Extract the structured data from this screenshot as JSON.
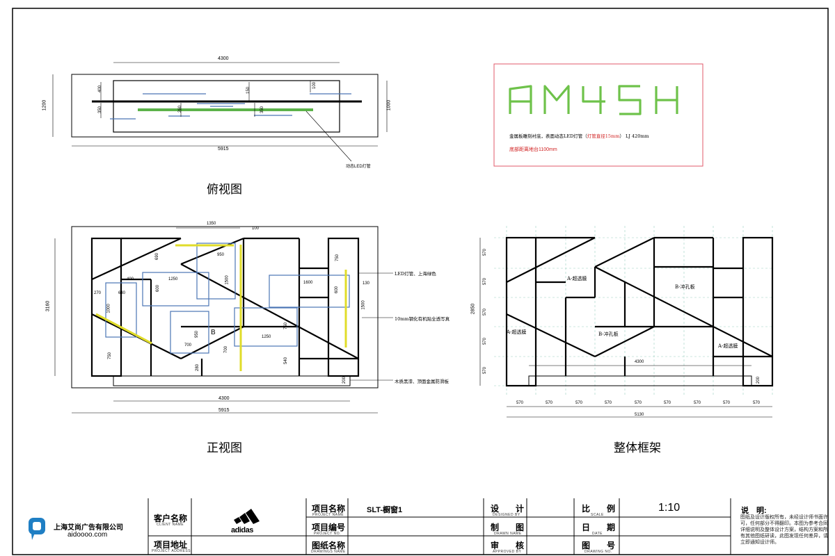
{
  "views": {
    "top_title": "俯视图",
    "front_title": "正视图",
    "frame_title": "整体框架"
  },
  "top_view": {
    "dim_overall_width": "5915",
    "dim_inner_width": "4300",
    "dim_height_left": "1200",
    "dim_height_right": "1000",
    "dim_400": "400",
    "dim_350": "350",
    "dim_260": "260",
    "dim_150": "150",
    "dim_350b": "350",
    "dim_100": "100",
    "callout": "动态LED灯管"
  },
  "logo_box": {
    "text": "AM4SH",
    "desc": "金属板雕刻衬底，表面动态LED灯管（",
    "desc_highlight": "灯管直径15mm",
    "desc_tail": "） LJ 420mm",
    "note": "底部距离地台1100mm",
    "colors": {
      "border": "#e05a6a",
      "tube": "#6ec24a",
      "note": "#d02020"
    }
  },
  "front_view": {
    "dim_height": "3160",
    "dim_bottom_inner": "4300",
    "dim_bottom_overall": "5915",
    "dims": [
      "1350",
      "100",
      "950",
      "690",
      "1500",
      "750",
      "400",
      "1250",
      "600",
      "270",
      "640",
      "1000",
      "1600",
      "130",
      "600",
      "1500",
      "950",
      "700",
      "1250",
      "750",
      "700",
      "280",
      "540",
      "200",
      "750"
    ],
    "label_b": "B",
    "callout_led": "LED灯管、上海绿色",
    "callout_glass": "10mm钢化有机贴全透写真",
    "callout_base": "木质黑漆、顶面金属防滑板"
  },
  "frame_view": {
    "dim_height": "2850",
    "row_dims": [
      "570",
      "570",
      "570",
      "570",
      "570"
    ],
    "col_dims": [
      "570",
      "570",
      "570",
      "570",
      "570",
      "570",
      "570",
      "570",
      "570"
    ],
    "dim_total": "5130",
    "dim_base": "4300",
    "dim_base_h": "200",
    "labels": [
      "A-超透膜",
      "B-冲孔板",
      "A-超透膜",
      "B-冲孔板",
      "A-超透膜"
    ]
  },
  "title_block": {
    "company": "上海艾尚广告有限公司",
    "company_url": "aidoooo.com",
    "client_label": "客户名称",
    "client_sub": "CLIENT NAME",
    "address_label": "项目地址",
    "address_sub": "PROJECT ADDRESS",
    "brand": "adidas",
    "project_name_label": "项目名称",
    "project_name_sub": "PROJECT NAME",
    "project_name_value": "SLT-橱窗1",
    "project_no_label": "项目编号",
    "project_no_sub": "PROJECT NO.",
    "drawing_name_label": "图纸名称",
    "drawing_name_sub": "DRAWINGS NAME",
    "designed_label": "设　　计",
    "designed_sub": "DESIGNED BY",
    "drawn_label": "制　　图",
    "drawn_sub": "DRAWN NAME",
    "approved_label": "审　　核",
    "approved_sub": "APPROVED BY",
    "scale_label": "比　　例",
    "scale_sub": "SCALE",
    "scale_value": "1:10",
    "date_label": "日　　期",
    "date_sub": "DATE",
    "drawing_no_label": "图　　号",
    "drawing_no_sub": "DRAWING NO.",
    "notes_title": "说　明:",
    "notes_text": "图纸及设计版权所有，未经设计师书面许可，任何部分不得翻印。本图为参考合同详细说明及整体设计方案，结构方案和所有其他图纸研读，此图发现任何差异，请立即通知设计师。"
  }
}
